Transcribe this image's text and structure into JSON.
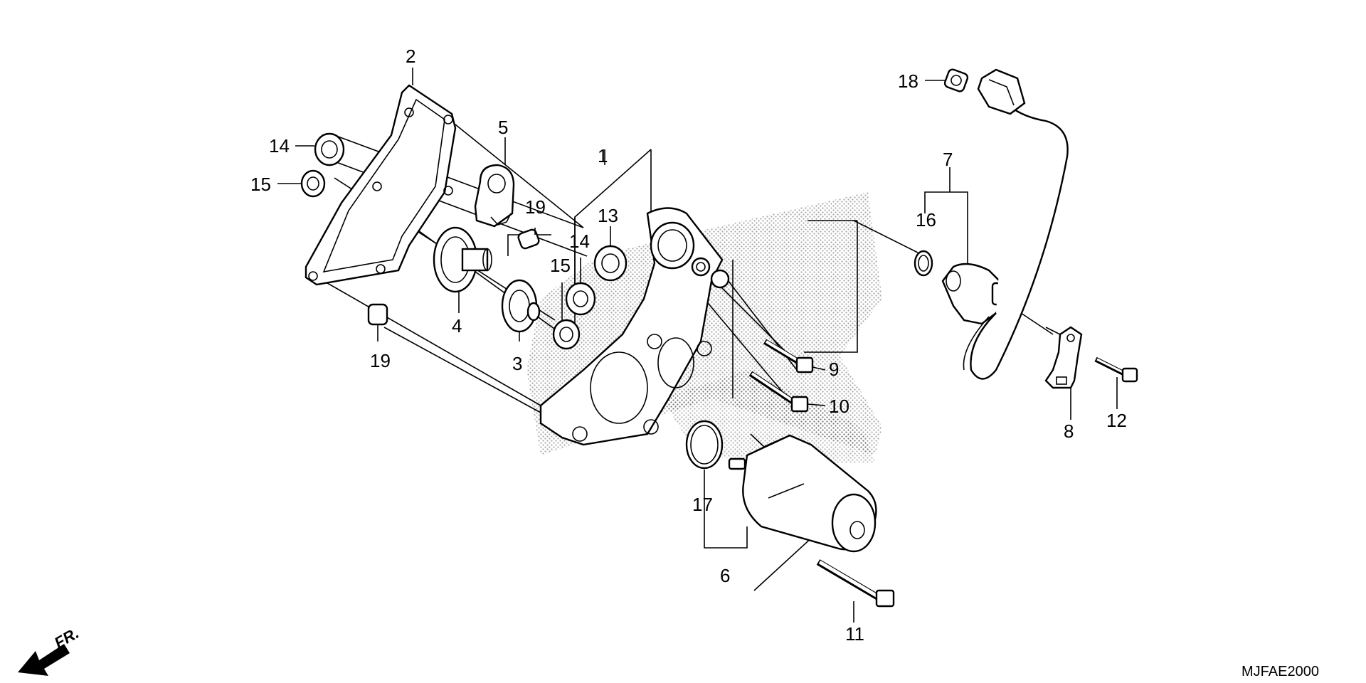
{
  "diagram": {
    "drawing_code": "MJFAE2000",
    "direction_label": "FR.",
    "callouts": [
      {
        "id": "c2",
        "label": "2"
      },
      {
        "id": "c14a",
        "label": "14"
      },
      {
        "id": "c15a",
        "label": "15"
      },
      {
        "id": "c5",
        "label": "5"
      },
      {
        "id": "c19a",
        "label": "19"
      },
      {
        "id": "c1",
        "label": "1"
      },
      {
        "id": "c13",
        "label": "13"
      },
      {
        "id": "c14b",
        "label": "14"
      },
      {
        "id": "c15b",
        "label": "15"
      },
      {
        "id": "c4",
        "label": "4"
      },
      {
        "id": "c3",
        "label": "3"
      },
      {
        "id": "c19b",
        "label": "19"
      },
      {
        "id": "c9",
        "label": "9"
      },
      {
        "id": "c10",
        "label": "10"
      },
      {
        "id": "c18",
        "label": "18"
      },
      {
        "id": "c7",
        "label": "7"
      },
      {
        "id": "c16",
        "label": "16"
      },
      {
        "id": "c8",
        "label": "8"
      },
      {
        "id": "c12",
        "label": "12"
      },
      {
        "id": "c17",
        "label": "17"
      },
      {
        "id": "c6",
        "label": "6"
      },
      {
        "id": "c11",
        "label": "11"
      }
    ]
  }
}
